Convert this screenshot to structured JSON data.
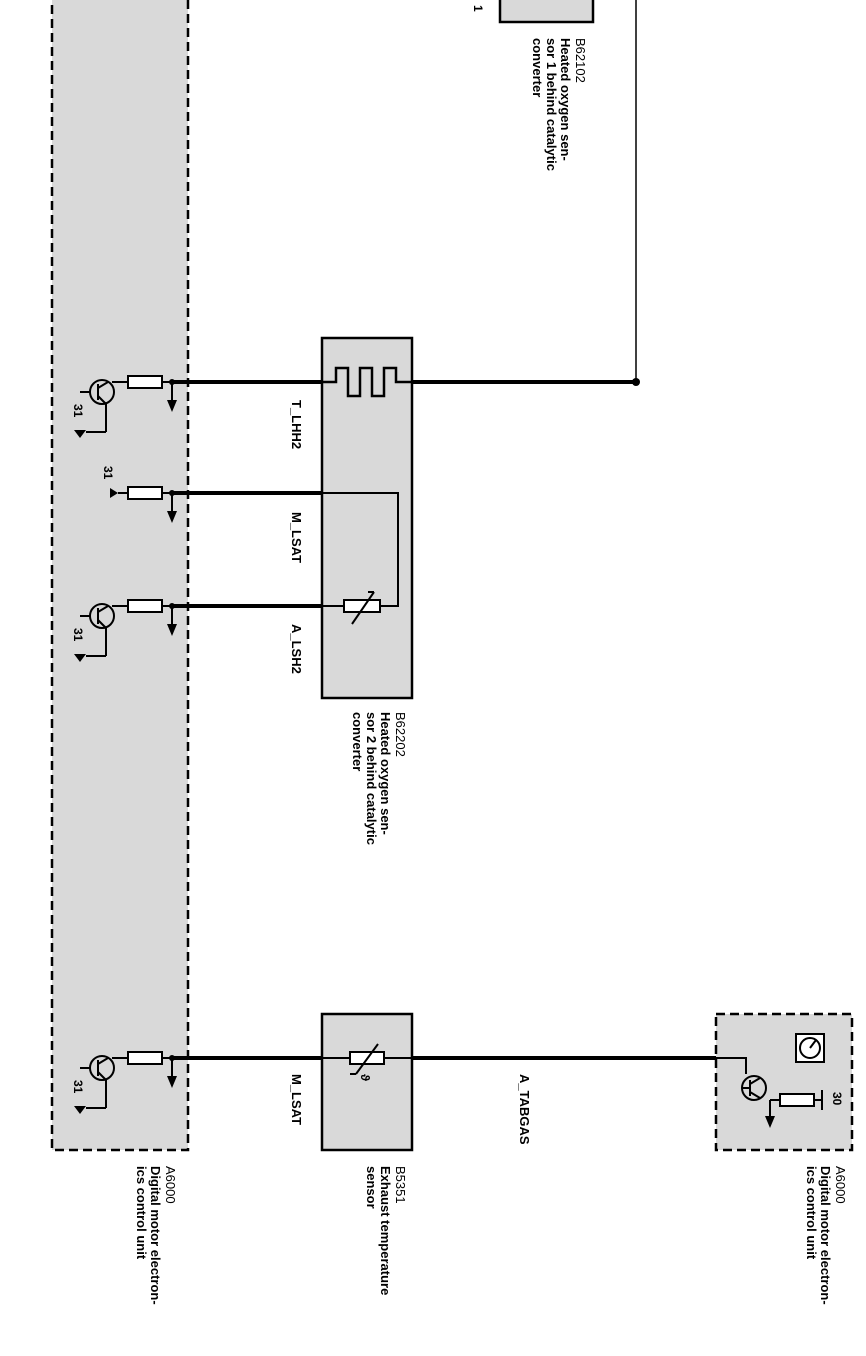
{
  "components": {
    "top_sensor": {
      "code": "B62102",
      "desc_lines": [
        "Heated oxygen sen-",
        "sor 1 behind catalytic",
        "converter"
      ],
      "cut_label": "1"
    },
    "oxygen_sensor_2": {
      "code": "B62202",
      "desc_lines": [
        "Heated oxygen sen-",
        "sor 2 behind catalytic",
        "converter"
      ]
    },
    "exhaust_temp_sensor": {
      "code": "B5351",
      "desc_lines": [
        "Exhaust temperature",
        "sensor"
      ]
    },
    "dme_left": {
      "code": "A6000",
      "desc_lines": [
        "Digital motor electron-",
        "ics control unit"
      ]
    },
    "dme_right": {
      "code": "A6000",
      "desc_lines": [
        "Digital motor electron-",
        "ics control unit"
      ]
    }
  },
  "signals": {
    "t_lhh2": "T_LHH2",
    "m_lsat_1": "M_LSAT",
    "a_lsh2": "A_LSH2",
    "m_lsat_2": "M_LSAT",
    "a_tabgas": "A_TABGAS"
  },
  "pins": {
    "gnd_1": "31",
    "gnd_2": "31",
    "gnd_3": "31",
    "gnd_4": "31",
    "supply_30": "30"
  },
  "theta_symbol": "ϑ"
}
